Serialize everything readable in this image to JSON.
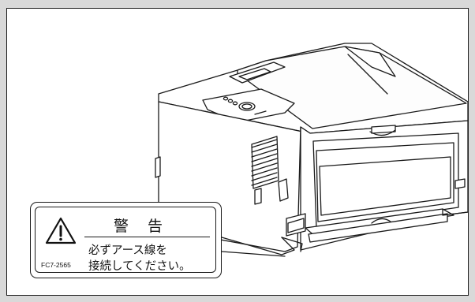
{
  "warning_label": {
    "title": "警 告",
    "line1": "必ずアース線を",
    "line2": "接続してください。",
    "code": "FC7-2565",
    "icon": "warning-triangle-icon"
  },
  "illustration": {
    "subject": "printer-rear-view",
    "highlight": "ground-terminal"
  }
}
